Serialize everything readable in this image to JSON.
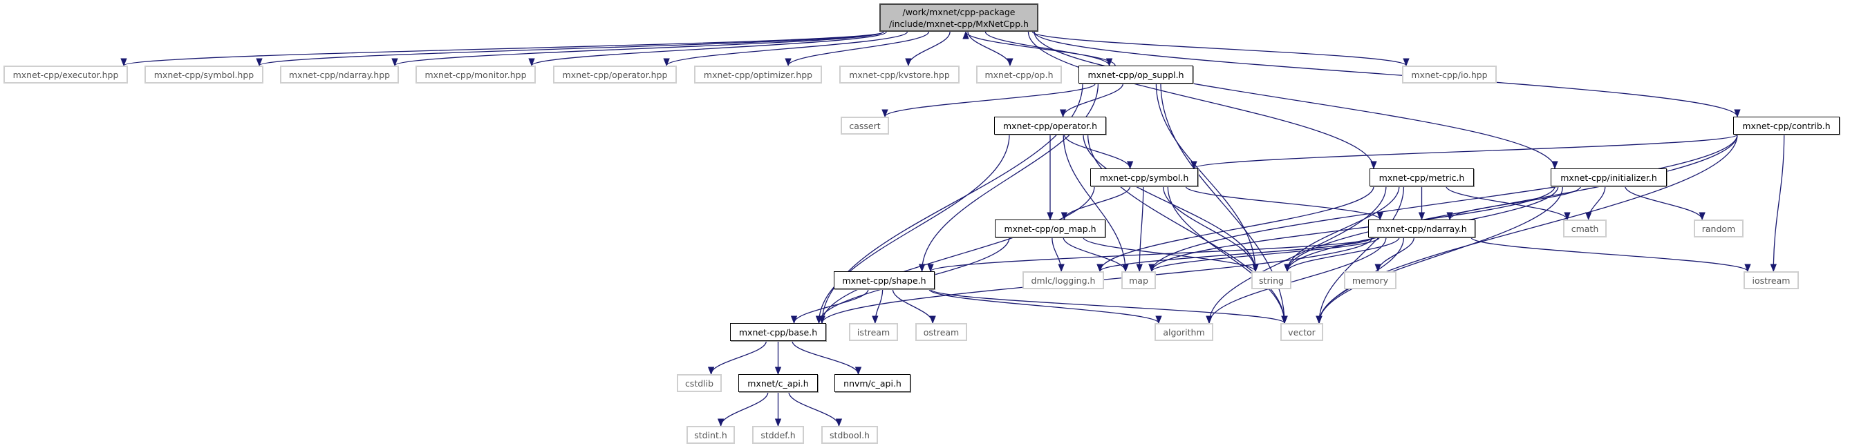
{
  "colors": {
    "edge": "#191970",
    "root_fill": "#bfbfbf",
    "external_border": "#cfcfcf"
  },
  "nodes": {
    "root": {
      "label_line1": "/work/mxnet/cpp-package",
      "label_line2": "/include/mxnet-cpp/MxNetCpp.h",
      "kind": "root"
    },
    "executor_hpp": {
      "label": "mxnet-cpp/executor.hpp",
      "kind": "external"
    },
    "symbol_hpp": {
      "label": "mxnet-cpp/symbol.hpp",
      "kind": "external"
    },
    "ndarray_hpp": {
      "label": "mxnet-cpp/ndarray.hpp",
      "kind": "external"
    },
    "monitor_hpp": {
      "label": "mxnet-cpp/monitor.hpp",
      "kind": "external"
    },
    "operator_hpp": {
      "label": "mxnet-cpp/operator.hpp",
      "kind": "external"
    },
    "optimizer_hpp": {
      "label": "mxnet-cpp/optimizer.hpp",
      "kind": "external"
    },
    "kvstore_hpp": {
      "label": "mxnet-cpp/kvstore.hpp",
      "kind": "external"
    },
    "op_h": {
      "label": "mxnet-cpp/op.h",
      "kind": "external"
    },
    "op_suppl_h": {
      "label": "mxnet-cpp/op_suppl.h",
      "kind": "documented"
    },
    "io_hpp": {
      "label": "mxnet-cpp/io.hpp",
      "kind": "external"
    },
    "cassert": {
      "label": "cassert",
      "kind": "external"
    },
    "operator_h": {
      "label": "mxnet-cpp/operator.h",
      "kind": "documented"
    },
    "contrib_h": {
      "label": "mxnet-cpp/contrib.h",
      "kind": "documented"
    },
    "symbol_h": {
      "label": "mxnet-cpp/symbol.h",
      "kind": "documented"
    },
    "metric_h": {
      "label": "mxnet-cpp/metric.h",
      "kind": "documented"
    },
    "initializer_h": {
      "label": "mxnet-cpp/initializer.h",
      "kind": "documented"
    },
    "op_map_h": {
      "label": "mxnet-cpp/op_map.h",
      "kind": "documented"
    },
    "ndarray_h": {
      "label": "mxnet-cpp/ndarray.h",
      "kind": "documented"
    },
    "cmath": {
      "label": "cmath",
      "kind": "external"
    },
    "random": {
      "label": "random",
      "kind": "external"
    },
    "shape_h": {
      "label": "mxnet-cpp/shape.h",
      "kind": "documented"
    },
    "logging_h": {
      "label": "dmlc/logging.h",
      "kind": "external"
    },
    "map": {
      "label": "map",
      "kind": "external"
    },
    "string": {
      "label": "string",
      "kind": "external"
    },
    "memory": {
      "label": "memory",
      "kind": "external"
    },
    "iostream": {
      "label": "iostream",
      "kind": "external"
    },
    "base_h": {
      "label": "mxnet-cpp/base.h",
      "kind": "documented"
    },
    "istream": {
      "label": "istream",
      "kind": "external"
    },
    "ostream": {
      "label": "ostream",
      "kind": "external"
    },
    "algorithm": {
      "label": "algorithm",
      "kind": "external"
    },
    "vector": {
      "label": "vector",
      "kind": "external"
    },
    "cstdlib": {
      "label": "cstdlib",
      "kind": "external"
    },
    "c_api_h": {
      "label": "mxnet/c_api.h",
      "kind": "documented"
    },
    "nnvm_c_api_h": {
      "label": "nnvm/c_api.h",
      "kind": "documented"
    },
    "stdint_h": {
      "label": "stdint.h",
      "kind": "external"
    },
    "stddef_h": {
      "label": "stddef.h",
      "kind": "external"
    },
    "stdbool_h": {
      "label": "stdbool.h",
      "kind": "external"
    }
  },
  "edges": [
    [
      "root",
      "executor_hpp"
    ],
    [
      "root",
      "symbol_hpp"
    ],
    [
      "root",
      "ndarray_hpp"
    ],
    [
      "root",
      "monitor_hpp"
    ],
    [
      "root",
      "operator_hpp"
    ],
    [
      "root",
      "optimizer_hpp"
    ],
    [
      "root",
      "kvstore_hpp"
    ],
    [
      "root",
      "op_h"
    ],
    [
      "root",
      "op_suppl_h"
    ],
    [
      "root",
      "io_hpp"
    ],
    [
      "root",
      "contrib_h"
    ],
    [
      "root",
      "metric_h"
    ],
    [
      "root",
      "initializer_h"
    ],
    [
      "op_suppl_h",
      "root"
    ],
    [
      "op_suppl_h",
      "cassert"
    ],
    [
      "op_suppl_h",
      "operator_h"
    ],
    [
      "op_suppl_h",
      "base_h"
    ],
    [
      "op_suppl_h",
      "shape_h"
    ],
    [
      "op_suppl_h",
      "string"
    ],
    [
      "op_suppl_h",
      "vector"
    ],
    [
      "operator_h",
      "symbol_h"
    ],
    [
      "operator_h",
      "op_map_h"
    ],
    [
      "operator_h",
      "base_h"
    ],
    [
      "operator_h",
      "string"
    ],
    [
      "operator_h",
      "map"
    ],
    [
      "operator_h",
      "vector"
    ],
    [
      "contrib_h",
      "symbol_h"
    ],
    [
      "contrib_h",
      "string"
    ],
    [
      "contrib_h",
      "map"
    ],
    [
      "contrib_h",
      "iostream"
    ],
    [
      "contrib_h",
      "vector"
    ],
    [
      "symbol_h",
      "op_map_h"
    ],
    [
      "symbol_h",
      "ndarray_h"
    ],
    [
      "symbol_h",
      "base_h"
    ],
    [
      "symbol_h",
      "map"
    ],
    [
      "symbol_h",
      "string"
    ],
    [
      "symbol_h",
      "vector"
    ],
    [
      "metric_h",
      "ndarray_h"
    ],
    [
      "metric_h",
      "cmath"
    ],
    [
      "metric_h",
      "string"
    ],
    [
      "metric_h",
      "vector"
    ],
    [
      "metric_h",
      "algorithm"
    ],
    [
      "metric_h",
      "logging_h"
    ],
    [
      "initializer_h",
      "ndarray_h"
    ],
    [
      "initializer_h",
      "cmath"
    ],
    [
      "initializer_h",
      "random"
    ],
    [
      "initializer_h",
      "string"
    ],
    [
      "initializer_h",
      "map"
    ],
    [
      "initializer_h",
      "vector"
    ],
    [
      "op_map_h",
      "base_h"
    ],
    [
      "op_map_h",
      "logging_h"
    ],
    [
      "op_map_h",
      "map"
    ],
    [
      "op_map_h",
      "string"
    ],
    [
      "ndarray_h",
      "base_h"
    ],
    [
      "ndarray_h",
      "shape_h"
    ],
    [
      "ndarray_h",
      "map"
    ],
    [
      "ndarray_h",
      "string"
    ],
    [
      "ndarray_h",
      "vector"
    ],
    [
      "ndarray_h",
      "memory"
    ],
    [
      "ndarray_h",
      "iostream"
    ],
    [
      "ndarray_h",
      "logging_h"
    ],
    [
      "ndarray_h",
      "algorithm"
    ],
    [
      "shape_h",
      "base_h"
    ],
    [
      "shape_h",
      "istream"
    ],
    [
      "shape_h",
      "ostream"
    ],
    [
      "shape_h",
      "algorithm"
    ],
    [
      "shape_h",
      "vector"
    ],
    [
      "base_h",
      "cstdlib"
    ],
    [
      "base_h",
      "c_api_h"
    ],
    [
      "base_h",
      "nnvm_c_api_h"
    ],
    [
      "c_api_h",
      "stdint_h"
    ],
    [
      "c_api_h",
      "stddef_h"
    ],
    [
      "c_api_h",
      "stdbool_h"
    ]
  ]
}
